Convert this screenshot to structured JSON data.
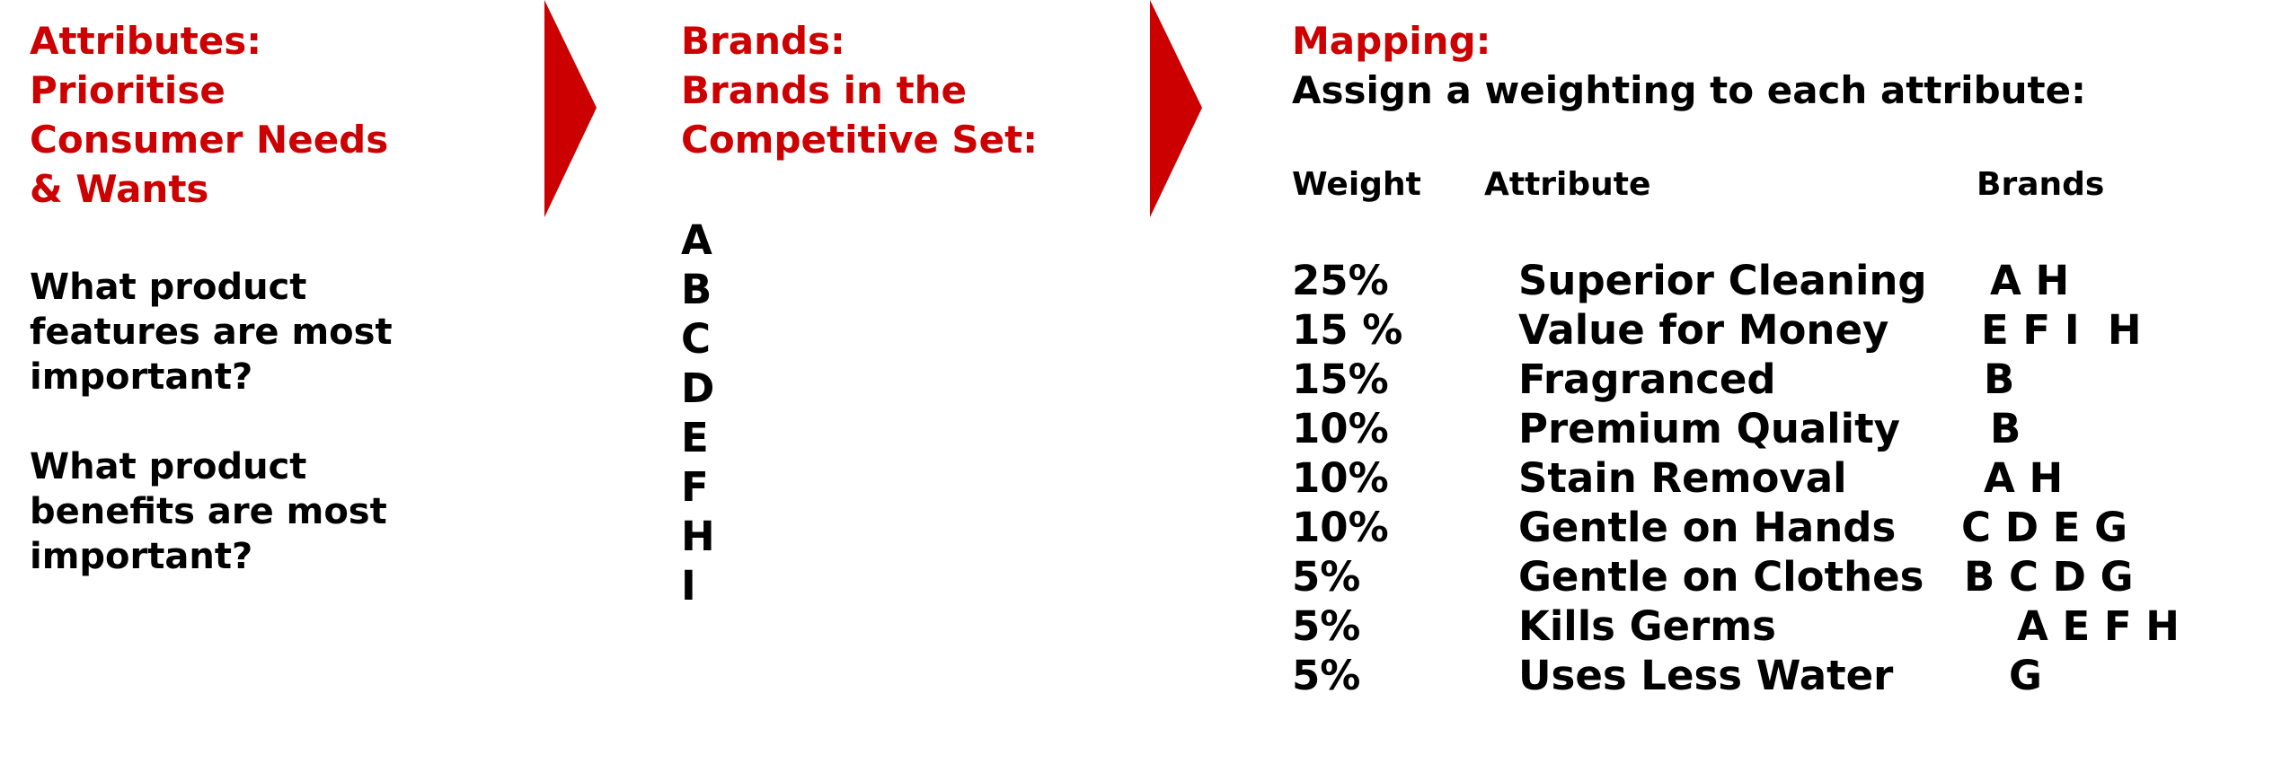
{
  "attributes": {
    "heading": [
      "Attributes:",
      "Prioritise",
      "Consumer Needs",
      "& Wants"
    ],
    "question1": [
      "What product",
      "features are most",
      "important?"
    ],
    "question2": [
      "What product",
      "benefits are most",
      "important?"
    ]
  },
  "brands": {
    "heading": [
      "Brands:",
      "Brands in the",
      "Competitive Set:"
    ],
    "letters": [
      "A",
      "B",
      "C",
      "D",
      "E",
      "F",
      "H",
      "I"
    ]
  },
  "mapping": {
    "heading": "Mapping:",
    "subheading": "Assign a weighting to each attribute:",
    "columns": {
      "weight": "Weight",
      "attribute": "Attribute",
      "brands": "Brands"
    },
    "rows": [
      {
        "weight": "25%",
        "attribute": "Superior Cleaning",
        "brands": "A H"
      },
      {
        "weight": "15 %",
        "attribute": "Value for Money",
        "brands": "E F I  H"
      },
      {
        "weight": "15%",
        "attribute": "Fragranced",
        "brands": "B"
      },
      {
        "weight": "10%",
        "attribute": "Premium Quality",
        "brands": "B"
      },
      {
        "weight": "10%",
        "attribute": "Stain Removal",
        "brands": "A H"
      },
      {
        "weight": "10%",
        "attribute": "Gentle on Hands",
        "brands": "C D E G"
      },
      {
        "weight": "5%",
        "attribute": "Gentle on Clothes",
        "brands": "B C D G"
      },
      {
        "weight": "5%",
        "attribute": "Kills Germs",
        "brands": "A E F H"
      },
      {
        "weight": "5%",
        "attribute": "Uses Less Water",
        "brands": "G"
      }
    ]
  },
  "colors": {
    "accent": "#cc0000",
    "text": "#000000"
  }
}
